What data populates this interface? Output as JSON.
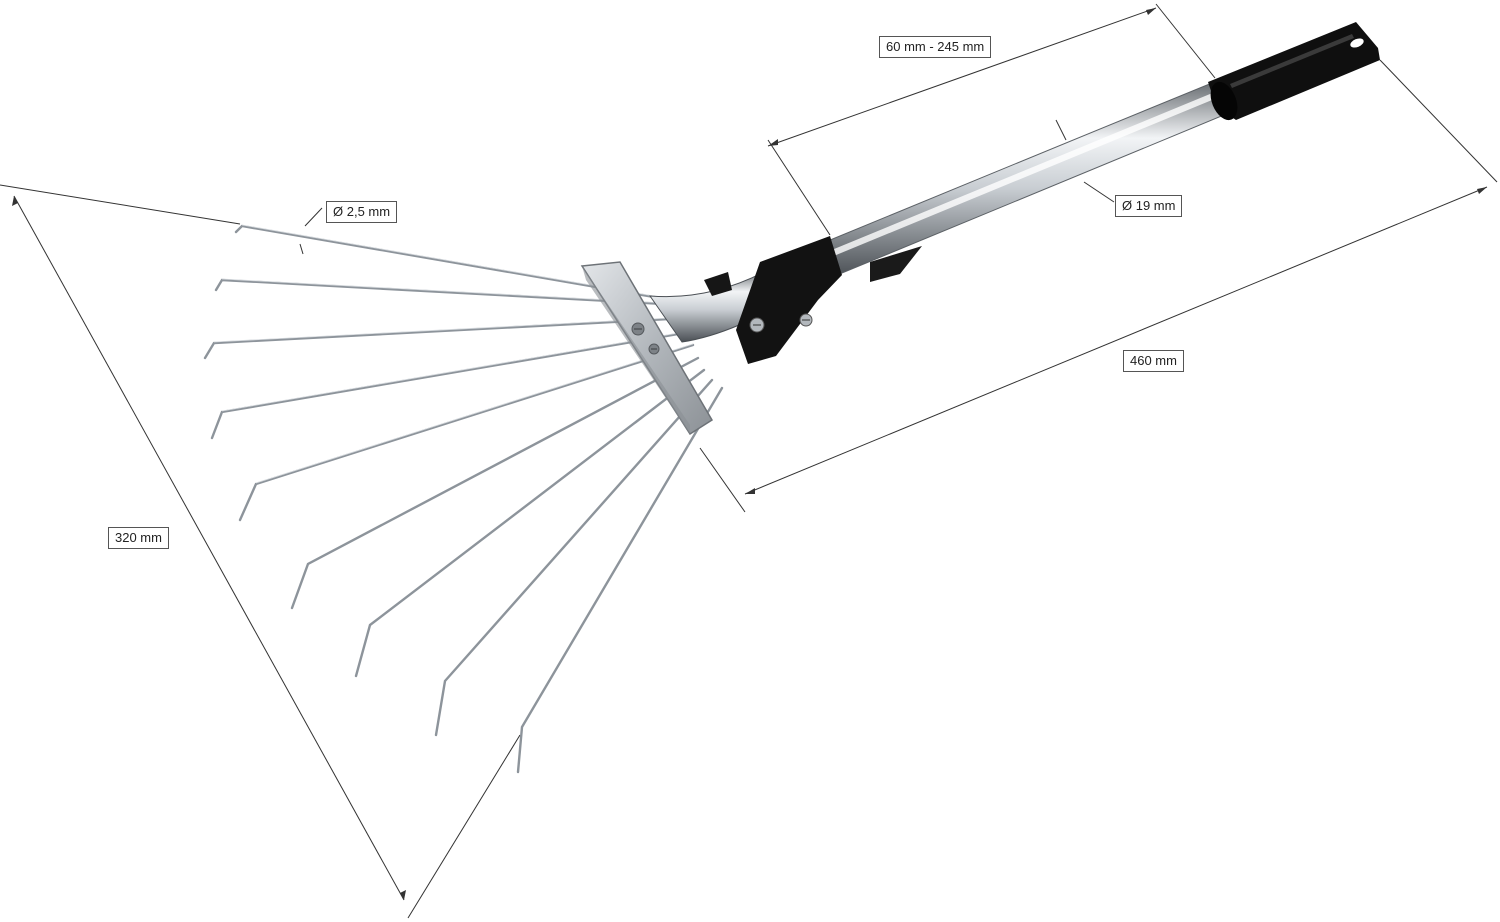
{
  "dimensions": {
    "handle_extension": "60 mm - 245 mm",
    "handle_diameter": "Ø 19 mm",
    "tine_diameter": "Ø 2,5 mm",
    "length": "460 mm",
    "width": "320 mm"
  },
  "colors": {
    "dimension_line": "#333333",
    "label_border": "#555555",
    "steel": "#9aa0a6",
    "grip": "#111111"
  }
}
